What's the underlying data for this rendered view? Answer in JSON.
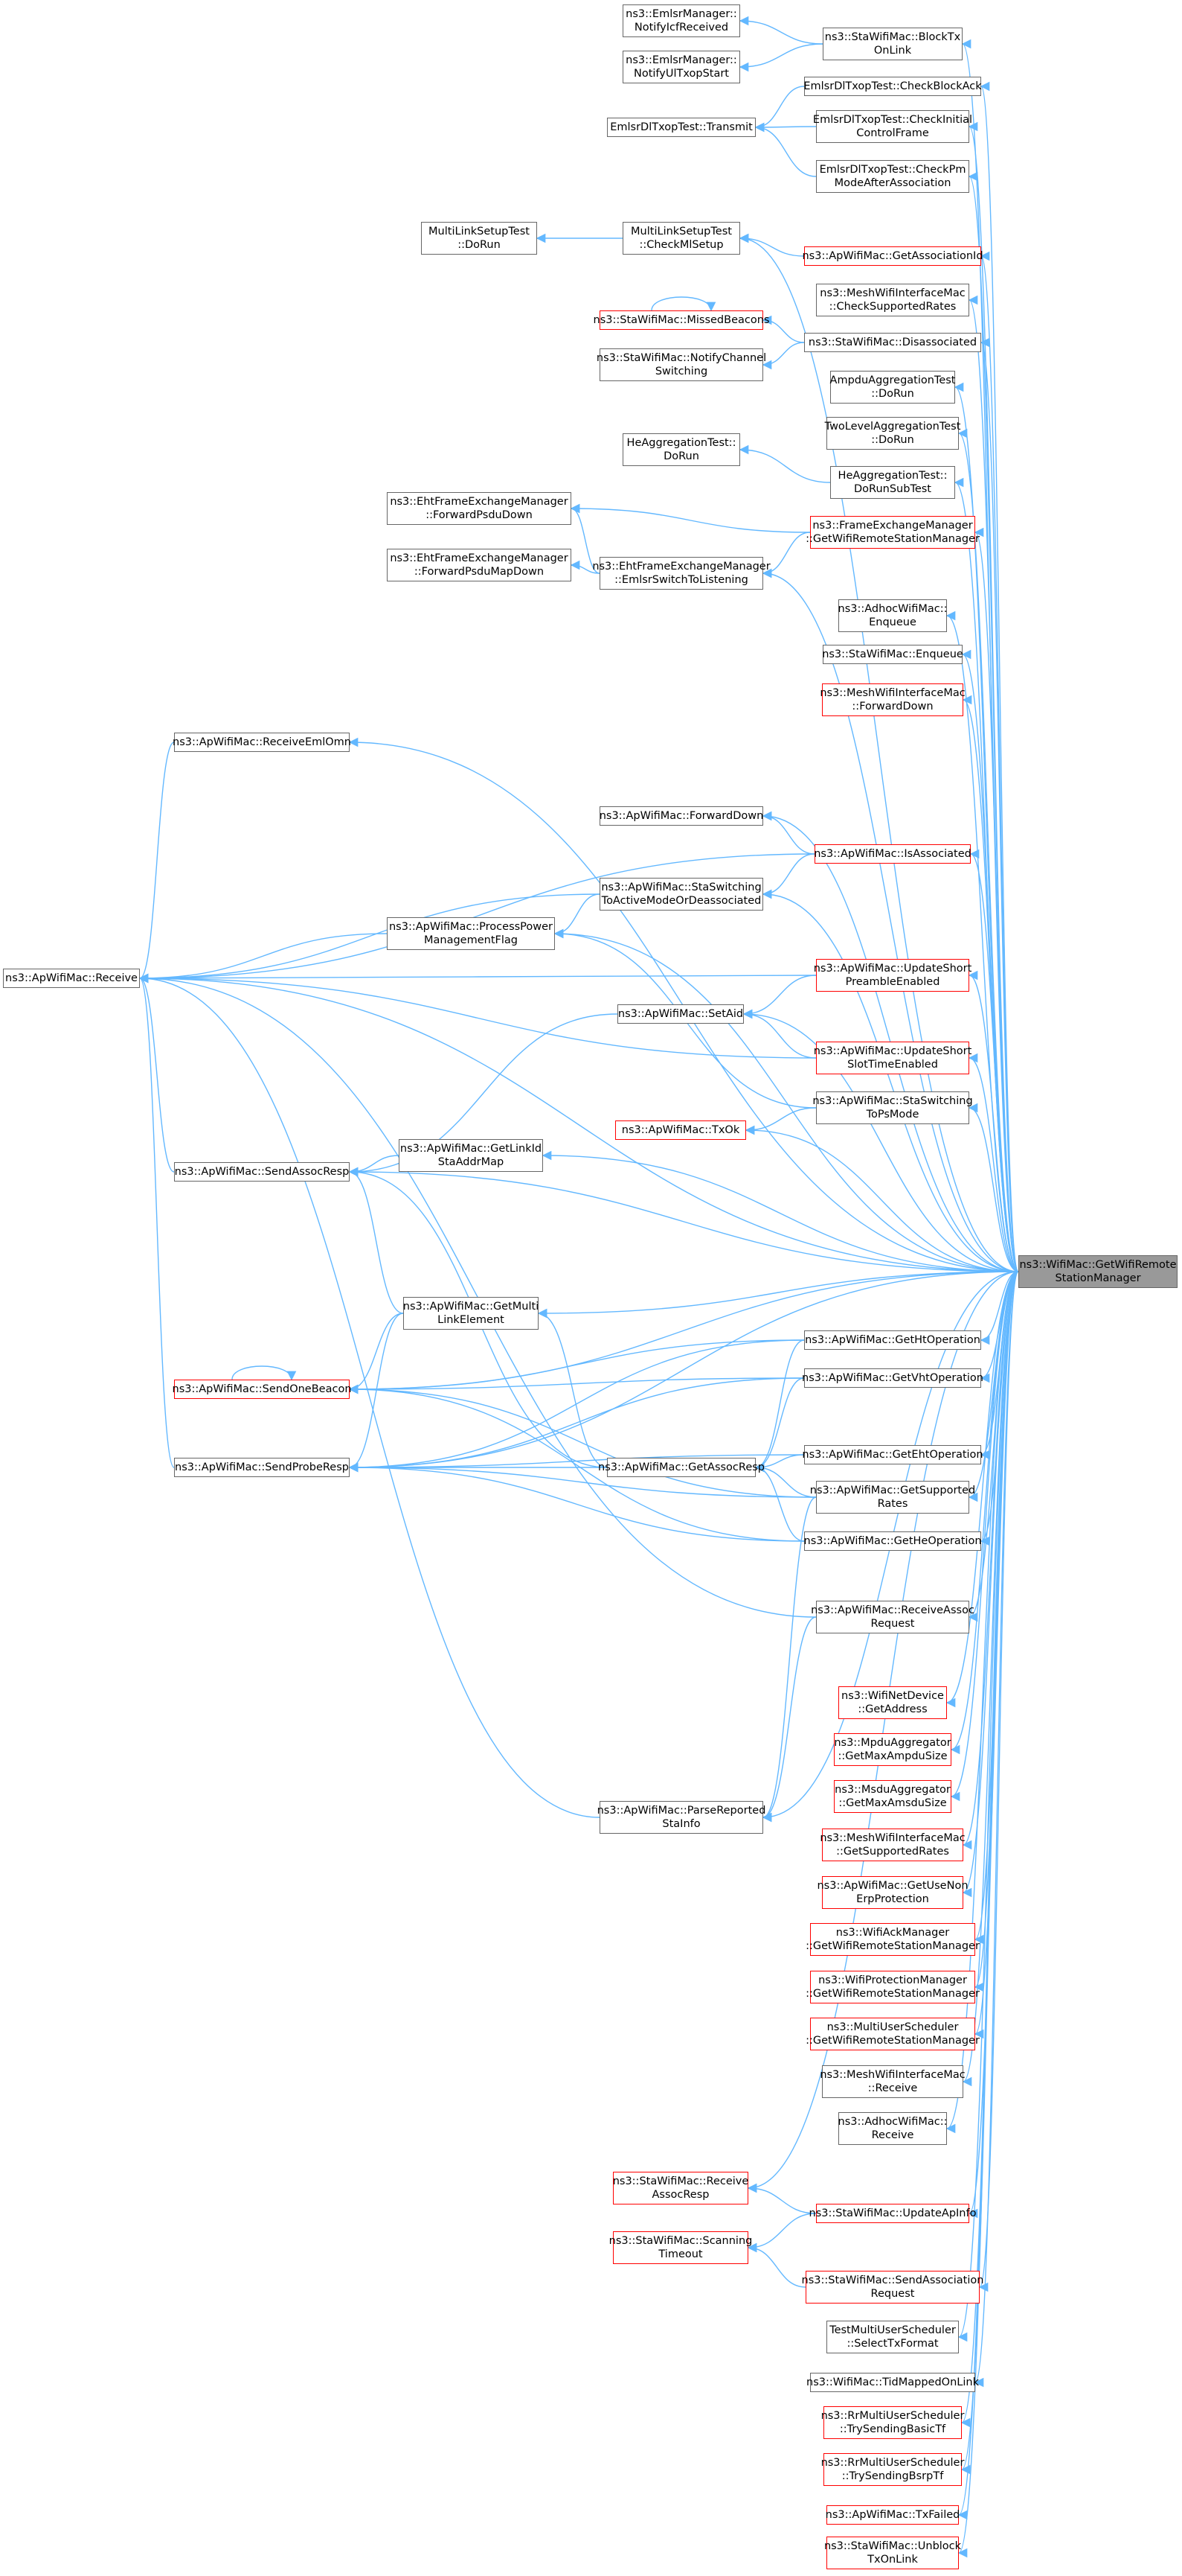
{
  "diagram": {
    "title": "",
    "colors": {
      "edge": "#63b8ff",
      "border": "#666666",
      "highlight_border": "#ff0000",
      "focus_fill": "#999999"
    },
    "nodes": [
      {
        "id": "n1",
        "label": "ns3::EmlsrManager::\nNotifyIcfReceived",
        "style": "normal"
      },
      {
        "id": "n2",
        "label": "ns3::EmlsrManager::\nNotifyUlTxopStart",
        "style": "normal"
      },
      {
        "id": "n3",
        "label": "ns3::StaWifiMac::BlockTx\nOnLink",
        "style": "normal"
      },
      {
        "id": "n4",
        "label": "EmlsrDlTxopTest::CheckBlockAck",
        "style": "normal"
      },
      {
        "id": "n5",
        "label": "EmlsrDlTxopTest::Transmit",
        "style": "normal"
      },
      {
        "id": "n6",
        "label": "EmlsrDlTxopTest::CheckInitial\nControlFrame",
        "style": "normal"
      },
      {
        "id": "n7",
        "label": "EmlsrDlTxopTest::CheckPm\nModeAfterAssociation",
        "style": "normal"
      },
      {
        "id": "n8",
        "label": "MultiLinkSetupTest\n::DoRun",
        "style": "normal"
      },
      {
        "id": "n9",
        "label": "MultiLinkSetupTest\n::CheckMlSetup",
        "style": "normal"
      },
      {
        "id": "n10",
        "label": "ns3::ApWifiMac::GetAssociationId",
        "style": "red"
      },
      {
        "id": "n11",
        "label": "ns3::MeshWifiInterfaceMac\n::CheckSupportedRates",
        "style": "normal"
      },
      {
        "id": "n12",
        "label": "ns3::StaWifiMac::MissedBeacons",
        "style": "red"
      },
      {
        "id": "n13",
        "label": "ns3::StaWifiMac::NotifyChannel\nSwitching",
        "style": "normal"
      },
      {
        "id": "n14",
        "label": "ns3::StaWifiMac::Disassociated",
        "style": "normal"
      },
      {
        "id": "n15",
        "label": "AmpduAggregationTest\n::DoRun",
        "style": "normal"
      },
      {
        "id": "n16",
        "label": "TwoLevelAggregationTest\n::DoRun",
        "style": "normal"
      },
      {
        "id": "n17",
        "label": "HeAggregationTest::\nDoRun",
        "style": "normal"
      },
      {
        "id": "n18",
        "label": "HeAggregationTest::\nDoRunSubTest",
        "style": "normal"
      },
      {
        "id": "n19",
        "label": "ns3::EhtFrameExchangeManager\n::ForwardPsduDown",
        "style": "normal"
      },
      {
        "id": "n20",
        "label": "ns3::FrameExchangeManager\n::GetWifiRemoteStationManager",
        "style": "red"
      },
      {
        "id": "n21",
        "label": "ns3::EhtFrameExchangeManager\n::ForwardPsduMapDown",
        "style": "normal"
      },
      {
        "id": "n22",
        "label": "ns3::EhtFrameExchangeManager\n::EmlsrSwitchToListening",
        "style": "normal"
      },
      {
        "id": "n23",
        "label": "ns3::AdhocWifiMac::\nEnqueue",
        "style": "normal"
      },
      {
        "id": "n24",
        "label": "ns3::StaWifiMac::Enqueue",
        "style": "normal"
      },
      {
        "id": "n25",
        "label": "ns3::MeshWifiInterfaceMac\n::ForwardDown",
        "style": "red"
      },
      {
        "id": "n26",
        "label": "ns3::ApWifiMac::ReceiveEmlOmn",
        "style": "normal"
      },
      {
        "id": "n27",
        "label": "ns3::ApWifiMac::ForwardDown",
        "style": "normal"
      },
      {
        "id": "n28",
        "label": "ns3::ApWifiMac::IsAssociated",
        "style": "red"
      },
      {
        "id": "n29",
        "label": "ns3::ApWifiMac::StaSwitching\nToActiveModeOrDeassociated",
        "style": "normal"
      },
      {
        "id": "n30",
        "label": "ns3::ApWifiMac::ProcessPower\nManagementFlag",
        "style": "normal"
      },
      {
        "id": "n31",
        "label": "ns3::ApWifiMac::Receive",
        "style": "normal"
      },
      {
        "id": "n32",
        "label": "ns3::ApWifiMac::UpdateShort\nPreambleEnabled",
        "style": "red"
      },
      {
        "id": "n33",
        "label": "ns3::ApWifiMac::SetAid",
        "style": "normal"
      },
      {
        "id": "n34",
        "label": "ns3::ApWifiMac::UpdateShort\nSlotTimeEnabled",
        "style": "red"
      },
      {
        "id": "n35",
        "label": "ns3::ApWifiMac::StaSwitching\nToPsMode",
        "style": "normal"
      },
      {
        "id": "n36",
        "label": "ns3::ApWifiMac::TxOk",
        "style": "red"
      },
      {
        "id": "n37",
        "label": "ns3::ApWifiMac::GetLinkId\nStaAddrMap",
        "style": "normal"
      },
      {
        "id": "n38",
        "label": "ns3::ApWifiMac::SendAssocResp",
        "style": "normal"
      },
      {
        "id": "n39",
        "label": "ns3::WifiMac::GetWifiRemote\nStationManager",
        "style": "focus"
      },
      {
        "id": "n40",
        "label": "ns3::ApWifiMac::GetMulti\nLinkElement",
        "style": "normal"
      },
      {
        "id": "n41",
        "label": "ns3::ApWifiMac::GetHtOperation",
        "style": "normal"
      },
      {
        "id": "n42",
        "label": "ns3::ApWifiMac::SendOneBeacon",
        "style": "red"
      },
      {
        "id": "n43",
        "label": "ns3::ApWifiMac::GetVhtOperation",
        "style": "normal"
      },
      {
        "id": "n44",
        "label": "ns3::ApWifiMac::GetEhtOperation",
        "style": "normal"
      },
      {
        "id": "n45",
        "label": "ns3::ApWifiMac::SendProbeResp",
        "style": "normal"
      },
      {
        "id": "n46",
        "label": "ns3::ApWifiMac::GetAssocResp",
        "style": "normal"
      },
      {
        "id": "n47",
        "label": "ns3::ApWifiMac::GetSupported\nRates",
        "style": "normal"
      },
      {
        "id": "n48",
        "label": "ns3::ApWifiMac::GetHeOperation",
        "style": "normal"
      },
      {
        "id": "n49",
        "label": "ns3::ApWifiMac::ReceiveAssoc\nRequest",
        "style": "normal"
      },
      {
        "id": "n50",
        "label": "ns3::WifiNetDevice\n::GetAddress",
        "style": "red"
      },
      {
        "id": "n51",
        "label": "ns3::MpduAggregator\n::GetMaxAmpduSize",
        "style": "red"
      },
      {
        "id": "n52",
        "label": "ns3::MsduAggregator\n::GetMaxAmsduSize",
        "style": "red"
      },
      {
        "id": "n53",
        "label": "ns3::ApWifiMac::ParseReported\nStaInfo",
        "style": "normal"
      },
      {
        "id": "n54",
        "label": "ns3::MeshWifiInterfaceMac\n::GetSupportedRates",
        "style": "red"
      },
      {
        "id": "n55",
        "label": "ns3::ApWifiMac::GetUseNon\nErpProtection",
        "style": "red"
      },
      {
        "id": "n56",
        "label": "ns3::WifiAckManager\n::GetWifiRemoteStationManager",
        "style": "red"
      },
      {
        "id": "n57",
        "label": "ns3::WifiProtectionManager\n::GetWifiRemoteStationManager",
        "style": "red"
      },
      {
        "id": "n58",
        "label": "ns3::MultiUserScheduler\n::GetWifiRemoteStationManager",
        "style": "red"
      },
      {
        "id": "n59",
        "label": "ns3::MeshWifiInterfaceMac\n::Receive",
        "style": "normal"
      },
      {
        "id": "n60",
        "label": "ns3::AdhocWifiMac::\nReceive",
        "style": "normal"
      },
      {
        "id": "n61",
        "label": "ns3::StaWifiMac::Receive\nAssocResp",
        "style": "red"
      },
      {
        "id": "n62",
        "label": "ns3::StaWifiMac::UpdateApInfo",
        "style": "red"
      },
      {
        "id": "n63",
        "label": "ns3::StaWifiMac::Scanning\nTimeout",
        "style": "red"
      },
      {
        "id": "n64",
        "label": "ns3::StaWifiMac::SendAssociation\nRequest",
        "style": "red"
      },
      {
        "id": "n65",
        "label": "TestMultiUserScheduler\n::SelectTxFormat",
        "style": "normal"
      },
      {
        "id": "n66",
        "label": "ns3::WifiMac::TidMappedOnLink",
        "style": "normal"
      },
      {
        "id": "n67",
        "label": "ns3::RrMultiUserScheduler\n::TrySendingBasicTf",
        "style": "red"
      },
      {
        "id": "n68",
        "label": "ns3::RrMultiUserScheduler\n::TrySendingBsrpTf",
        "style": "red"
      },
      {
        "id": "n69",
        "label": "ns3::ApWifiMac::TxFailed",
        "style": "red"
      },
      {
        "id": "n70",
        "label": "ns3::StaWifiMac::Unblock\nTxOnLink",
        "style": "red"
      }
    ],
    "edges": [
      [
        "n1",
        "n3"
      ],
      [
        "n2",
        "n3"
      ],
      [
        "n3",
        "n39"
      ],
      [
        "n4",
        "n39"
      ],
      [
        "n5",
        "n4"
      ],
      [
        "n5",
        "n6"
      ],
      [
        "n5",
        "n7"
      ],
      [
        "n6",
        "n39"
      ],
      [
        "n7",
        "n39"
      ],
      [
        "n8",
        "n9"
      ],
      [
        "n9",
        "n10"
      ],
      [
        "n9",
        "n39"
      ],
      [
        "n10",
        "n39"
      ],
      [
        "n11",
        "n39"
      ],
      [
        "n12",
        "n12"
      ],
      [
        "n12",
        "n14"
      ],
      [
        "n13",
        "n14"
      ],
      [
        "n14",
        "n39"
      ],
      [
        "n15",
        "n39"
      ],
      [
        "n16",
        "n39"
      ],
      [
        "n17",
        "n18"
      ],
      [
        "n18",
        "n39"
      ],
      [
        "n19",
        "n20"
      ],
      [
        "n19",
        "n22"
      ],
      [
        "n20",
        "n39"
      ],
      [
        "n21",
        "n22"
      ],
      [
        "n22",
        "n20"
      ],
      [
        "n22",
        "n39"
      ],
      [
        "n23",
        "n39"
      ],
      [
        "n24",
        "n39"
      ],
      [
        "n25",
        "n39"
      ],
      [
        "n31",
        "n26"
      ],
      [
        "n26",
        "n39"
      ],
      [
        "n31",
        "n39"
      ],
      [
        "n27",
        "n28"
      ],
      [
        "n27",
        "n39"
      ],
      [
        "n28",
        "n39"
      ],
      [
        "n31",
        "n28"
      ],
      [
        "n31",
        "n29"
      ],
      [
        "n29",
        "n28"
      ],
      [
        "n29",
        "n39"
      ],
      [
        "n31",
        "n30"
      ],
      [
        "n30",
        "n29"
      ],
      [
        "n30",
        "n39"
      ],
      [
        "n30",
        "n35"
      ],
      [
        "n31",
        "n32"
      ],
      [
        "n32",
        "n39"
      ],
      [
        "n31",
        "n34"
      ],
      [
        "n33",
        "n32"
      ],
      [
        "n33",
        "n34"
      ],
      [
        "n33",
        "n39"
      ],
      [
        "n34",
        "n39"
      ],
      [
        "n35",
        "n39"
      ],
      [
        "n36",
        "n35"
      ],
      [
        "n36",
        "n39"
      ],
      [
        "n31",
        "n38"
      ],
      [
        "n38",
        "n33"
      ],
      [
        "n38",
        "n37"
      ],
      [
        "n37",
        "n39"
      ],
      [
        "n38",
        "n39"
      ],
      [
        "n38",
        "n40"
      ],
      [
        "n38",
        "n46"
      ],
      [
        "n31",
        "n45"
      ],
      [
        "n40",
        "n39"
      ],
      [
        "n40",
        "n46"
      ],
      [
        "n42",
        "n42"
      ],
      [
        "n42",
        "n40"
      ],
      [
        "n42",
        "n39"
      ],
      [
        "n42",
        "n41"
      ],
      [
        "n42",
        "n43"
      ],
      [
        "n42",
        "n47"
      ],
      [
        "n42",
        "n48"
      ],
      [
        "n45",
        "n40"
      ],
      [
        "n45",
        "n39"
      ],
      [
        "n45",
        "n41"
      ],
      [
        "n45",
        "n43"
      ],
      [
        "n45",
        "n47"
      ],
      [
        "n45",
        "n48"
      ],
      [
        "n45",
        "n44"
      ],
      [
        "n45",
        "n46"
      ],
      [
        "n46",
        "n41"
      ],
      [
        "n46",
        "n43"
      ],
      [
        "n46",
        "n44"
      ],
      [
        "n46",
        "n47"
      ],
      [
        "n46",
        "n48"
      ],
      [
        "n41",
        "n39"
      ],
      [
        "n43",
        "n39"
      ],
      [
        "n44",
        "n39"
      ],
      [
        "n47",
        "n39"
      ],
      [
        "n48",
        "n39"
      ],
      [
        "n31",
        "n49"
      ],
      [
        "n49",
        "n39"
      ],
      [
        "n31",
        "n53"
      ],
      [
        "n53",
        "n49"
      ],
      [
        "n53",
        "n47"
      ],
      [
        "n53",
        "n39"
      ],
      [
        "n50",
        "n39"
      ],
      [
        "n51",
        "n39"
      ],
      [
        "n52",
        "n39"
      ],
      [
        "n54",
        "n39"
      ],
      [
        "n55",
        "n39"
      ],
      [
        "n56",
        "n39"
      ],
      [
        "n57",
        "n39"
      ],
      [
        "n58",
        "n39"
      ],
      [
        "n59",
        "n39"
      ],
      [
        "n60",
        "n39"
      ],
      [
        "n61",
        "n62"
      ],
      [
        "n61",
        "n39"
      ],
      [
        "n63",
        "n62"
      ],
      [
        "n63",
        "n64"
      ],
      [
        "n62",
        "n39"
      ],
      [
        "n64",
        "n39"
      ],
      [
        "n65",
        "n39"
      ],
      [
        "n66",
        "n39"
      ],
      [
        "n67",
        "n39"
      ],
      [
        "n68",
        "n39"
      ],
      [
        "n69",
        "n39"
      ],
      [
        "n70",
        "n39"
      ]
    ]
  }
}
